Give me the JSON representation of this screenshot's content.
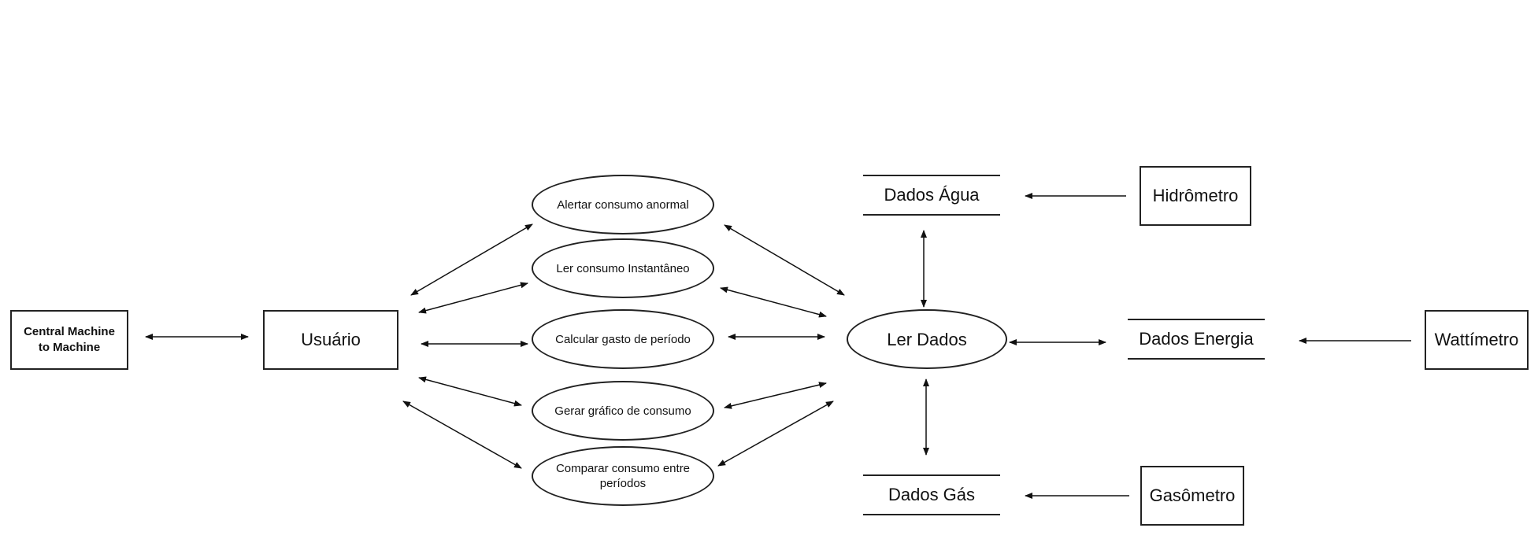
{
  "diagram": {
    "external_entities": {
      "central": "Central Machine\nto Machine",
      "usuario": "Usuário",
      "hidrometro": "Hidrômetro",
      "wattimetro": "Wattímetro",
      "gasometro": "Gasômetro"
    },
    "processes": {
      "alertar": "Alertar consumo anormal",
      "ler_instantaneo": "Ler consumo Instantâneo",
      "calcular": "Calcular gasto de período",
      "gerar": "Gerar gráfico de consumo",
      "comparar": "Comparar consumo entre\nperíodos",
      "ler_dados": "Ler Dados"
    },
    "data_stores": {
      "agua": "Dados Água",
      "energia": "Dados Energia",
      "gas": "Dados Gás"
    }
  }
}
